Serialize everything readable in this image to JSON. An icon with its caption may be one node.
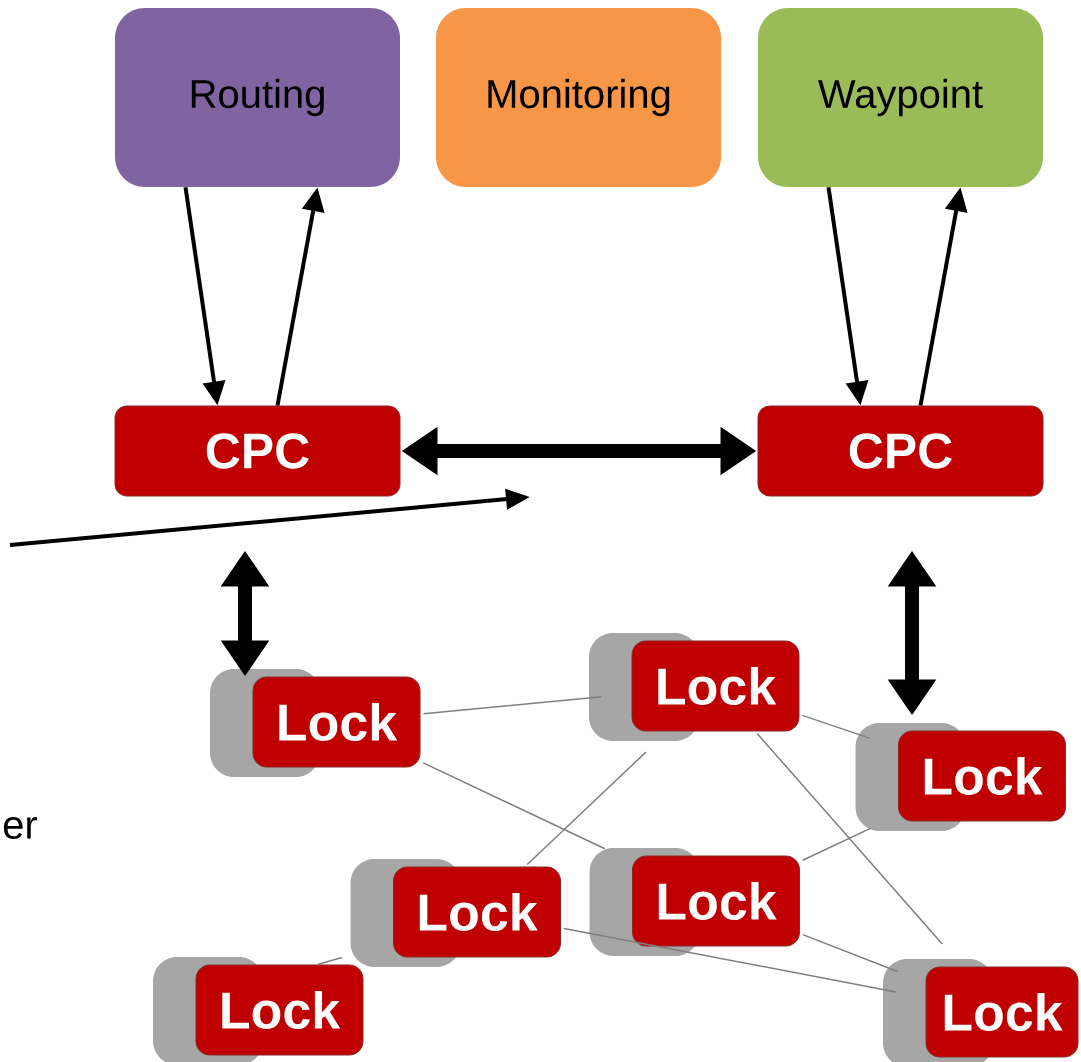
{
  "diagram": {
    "nodes": [
      {
        "text": [
          "Routing"
        ]
      },
      {
        "text": [
          "Monitoring"
        ]
      },
      {
        "text": [
          "Waypoint"
        ]
      },
      {
        "text": [
          "CPC"
        ]
      },
      {
        "text": [
          "CPC"
        ]
      },
      {
        "text": [
          "Lock"
        ]
      },
      {
        "text": [
          "Lock"
        ]
      },
      {
        "text": [
          "Lock"
        ]
      },
      {
        "text": [
          "Lock"
        ]
      },
      {
        "text": [
          "Lock"
        ]
      },
      {
        "text": [
          "Lock"
        ]
      },
      {
        "text": [
          "Lock"
        ]
      }
    ],
    "edges": [
      {
        "from": 0,
        "to": 3,
        "arrow": "to",
        "style": "thick",
        "color": "#000000"
      },
      {
        "from": 3,
        "to": 0,
        "arrow": "to",
        "style": "thick",
        "color": "#000000"
      },
      {
        "from": 2,
        "to": 4,
        "arrow": "to",
        "style": "thick",
        "color": "#000000"
      },
      {
        "from": 4,
        "to": 2,
        "arrow": "to",
        "style": "thick",
        "color": "#000000"
      },
      {
        "from": 3,
        "to": 4,
        "arrow": "both",
        "style": "thick",
        "color": "#000000"
      },
      {
        "from": 3,
        "to": 5,
        "arrow": "both",
        "style": "thick",
        "color": "#000000"
      },
      {
        "from": 4,
        "to": 7,
        "arrow": "both",
        "style": "thick",
        "color": "#000000"
      },
      {
        "from": 5,
        "to": 6,
        "arrow": "none",
        "color": "#7f7f7f"
      },
      {
        "from": 5,
        "to": 9,
        "arrow": "none",
        "color": "#7f7f7f"
      },
      {
        "from": 6,
        "to": 7,
        "arrow": "none",
        "color": "#7f7f7f"
      },
      {
        "from": 6,
        "to": 11,
        "arrow": "none",
        "color": "#7f7f7f"
      },
      {
        "from": 8,
        "to": 6,
        "arrow": "none",
        "color": "#7f7f7f"
      },
      {
        "from": 9,
        "to": 7,
        "arrow": "none",
        "color": "#7f7f7f"
      },
      {
        "from": 9,
        "to": 11,
        "arrow": "none",
        "color": "#7f7f7f"
      },
      {
        "from": 8,
        "to": 11,
        "arrow": "none",
        "color": "#7f7f7f"
      },
      {
        "from": 10,
        "to": 8,
        "arrow": "none",
        "color": "#7f7f7f"
      }
    ],
    "labels": [
      "er"
    ]
  }
}
